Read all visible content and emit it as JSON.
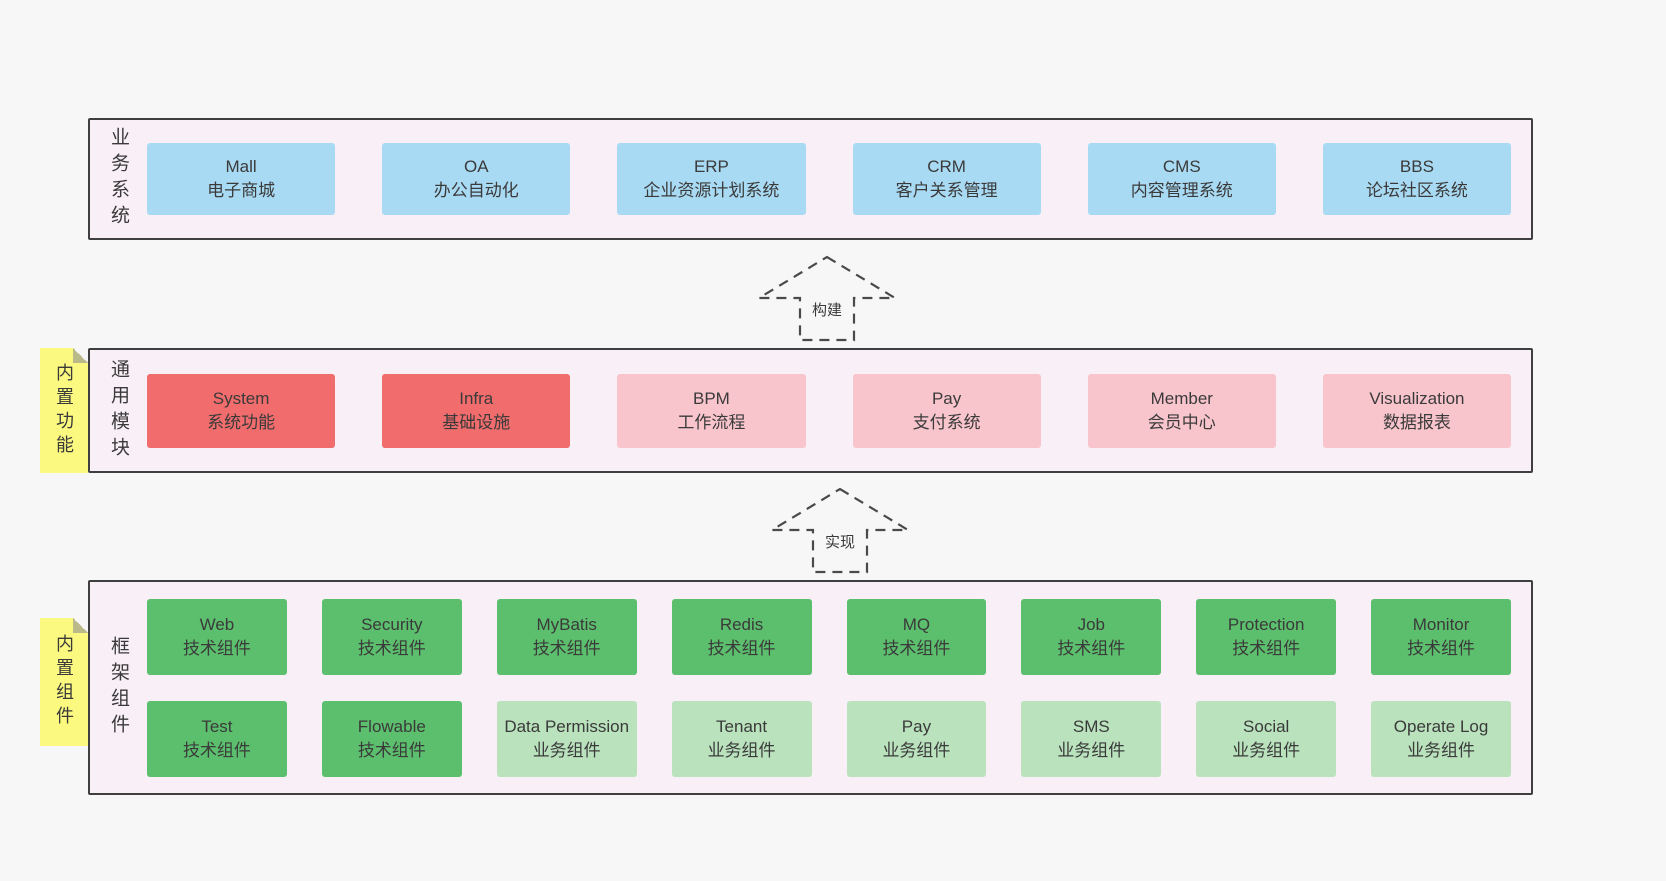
{
  "colors": {
    "page-bg": "#f7f7f7",
    "layer-bg": "#f9eff7",
    "layer-border": "#3f3f3f",
    "arrow": "#4a4a4a",
    "blue": "#a9daf3",
    "red": "#f16c6c",
    "pink": "#f9c5cd",
    "green": "#5cbf6d",
    "green-light": "#b9e2bd",
    "note-yellow": "#fbf97f",
    "text": "#3a3a3a"
  },
  "arrows": [
    {
      "label": "构建"
    },
    {
      "label": "实现"
    }
  ],
  "layers": [
    {
      "label": "业务系统",
      "rows": [
        [
          {
            "title": "Mall",
            "subtitle": "电子商城"
          },
          {
            "title": "OA",
            "subtitle": "办公自动化"
          },
          {
            "title": "ERP",
            "subtitle": "企业资源计划系统"
          },
          {
            "title": "CRM",
            "subtitle": "客户关系管理"
          },
          {
            "title": "CMS",
            "subtitle": "内容管理系统"
          },
          {
            "title": "BBS",
            "subtitle": "论坛社区系统"
          }
        ]
      ]
    },
    {
      "label": "通用模块",
      "note": "内置功能",
      "rows": [
        [
          {
            "title": "System",
            "subtitle": "系统功能"
          },
          {
            "title": "Infra",
            "subtitle": "基础设施"
          },
          {
            "title": "BPM",
            "subtitle": "工作流程"
          },
          {
            "title": "Pay",
            "subtitle": "支付系统"
          },
          {
            "title": "Member",
            "subtitle": "会员中心"
          },
          {
            "title": "Visualization",
            "subtitle": "数据报表"
          }
        ]
      ]
    },
    {
      "label": "框架组件",
      "note": "内置组件",
      "rows": [
        [
          {
            "title": "Web",
            "subtitle": "技术组件"
          },
          {
            "title": "Security",
            "subtitle": "技术组件"
          },
          {
            "title": "MyBatis",
            "subtitle": "技术组件"
          },
          {
            "title": "Redis",
            "subtitle": "技术组件"
          },
          {
            "title": "MQ",
            "subtitle": "技术组件"
          },
          {
            "title": "Job",
            "subtitle": "技术组件"
          },
          {
            "title": "Protection",
            "subtitle": "技术组件"
          },
          {
            "title": "Monitor",
            "subtitle": "技术组件"
          }
        ],
        [
          {
            "title": "Test",
            "subtitle": "技术组件"
          },
          {
            "title": "Flowable",
            "subtitle": "技术组件"
          },
          {
            "title": "Data Permission",
            "subtitle": "业务组件"
          },
          {
            "title": "Tenant",
            "subtitle": "业务组件"
          },
          {
            "title": "Pay",
            "subtitle": "业务组件"
          },
          {
            "title": "SMS",
            "subtitle": "业务组件"
          },
          {
            "title": "Social",
            "subtitle": "业务组件"
          },
          {
            "title": "Operate Log",
            "subtitle": "业务组件"
          }
        ]
      ]
    }
  ]
}
